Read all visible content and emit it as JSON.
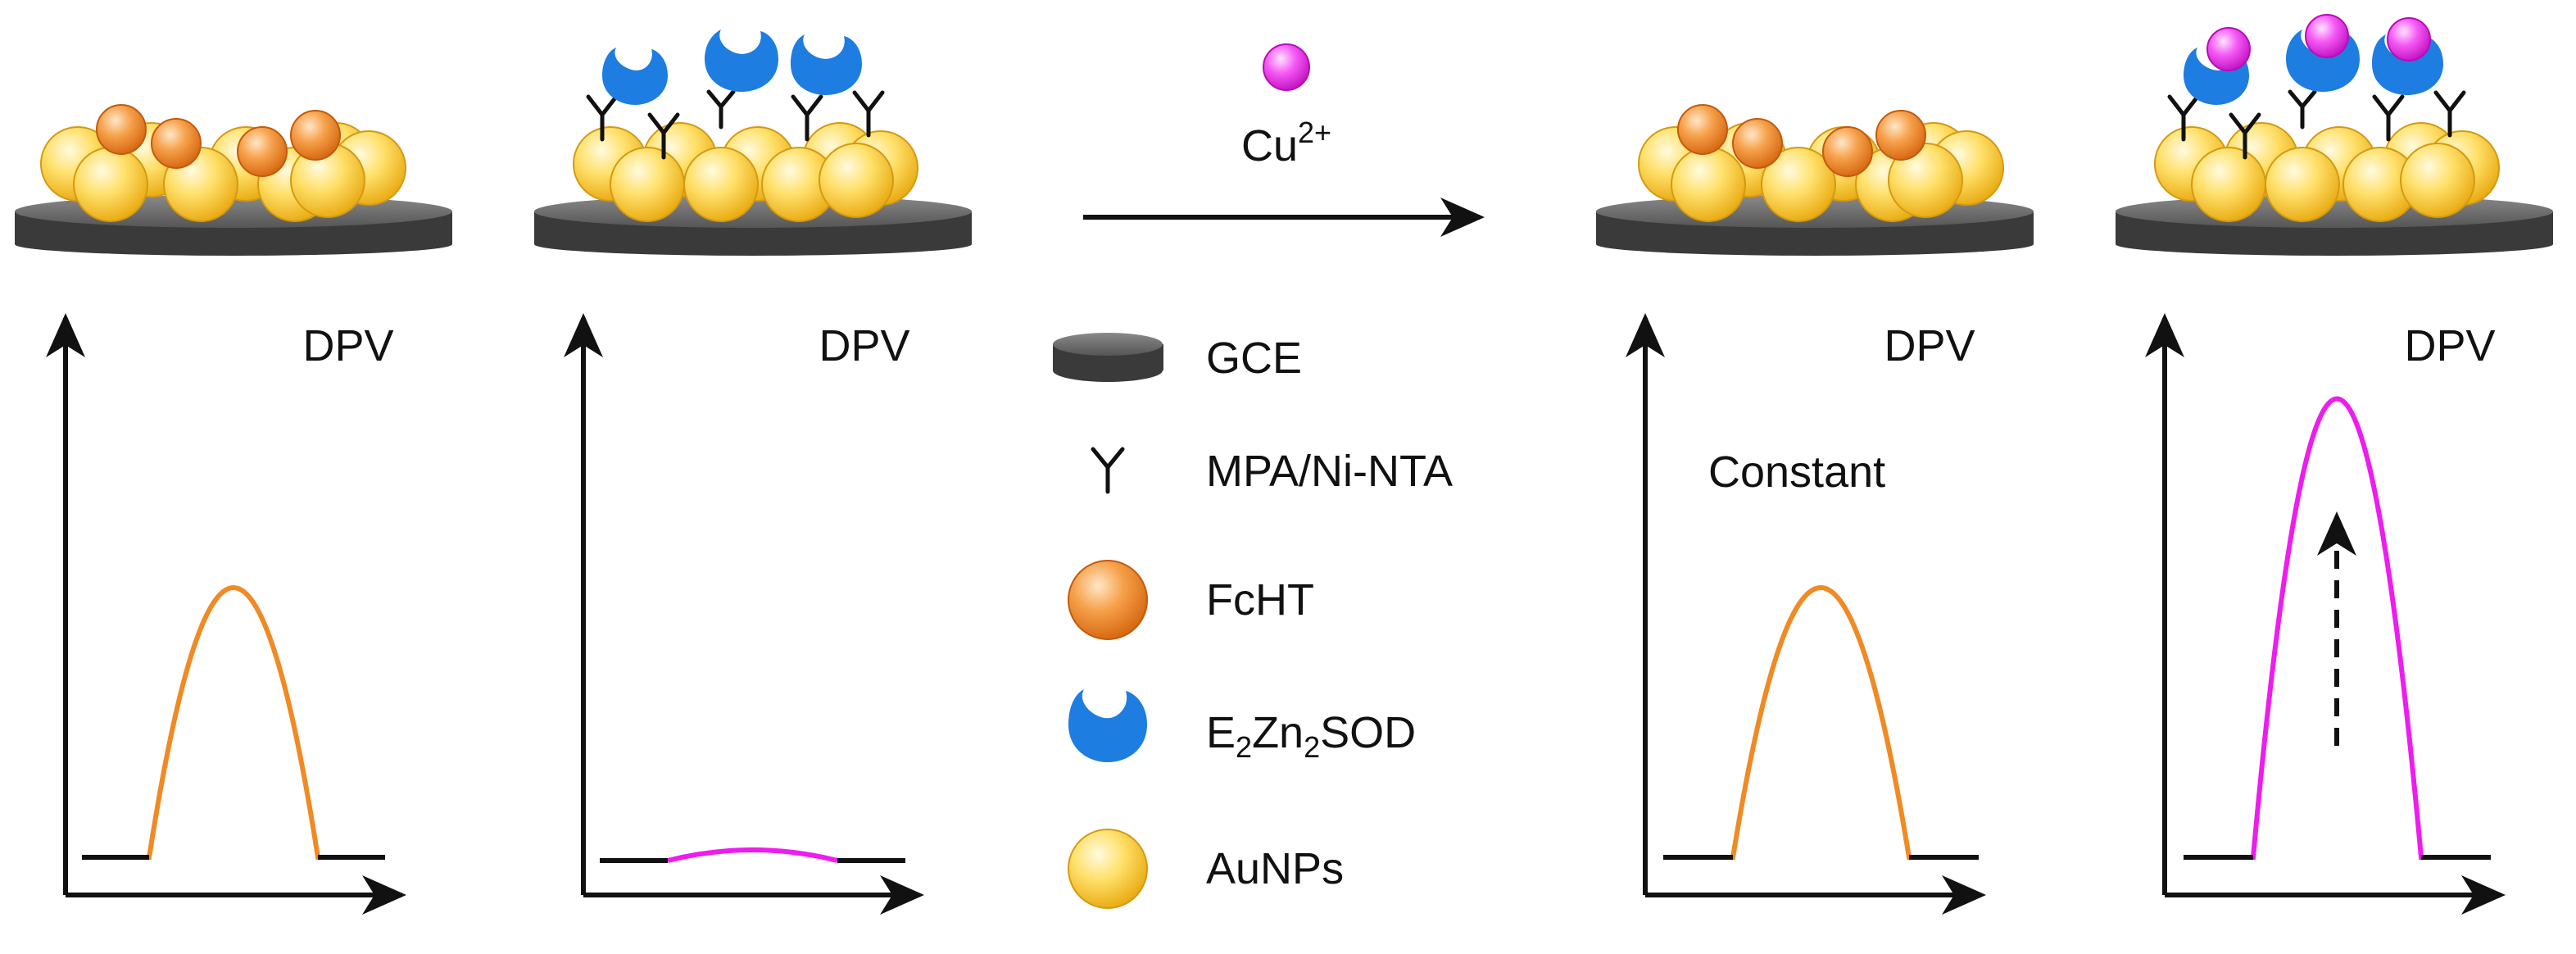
{
  "diagram": {
    "arrow": {
      "ion_label_base": "Cu",
      "ion_label_charge": "2+"
    },
    "panels": [
      {
        "dpv_label": "DPV",
        "note": ""
      },
      {
        "dpv_label": "DPV",
        "note": ""
      },
      {
        "dpv_label": "DPV",
        "note": "Constant"
      },
      {
        "dpv_label": "DPV",
        "note": ""
      }
    ],
    "legend": [
      {
        "icon": "gce-disk-icon",
        "text": "GCE"
      },
      {
        "icon": "mpa-linker-icon",
        "text": "MPA/Ni-NTA"
      },
      {
        "icon": "fcht-sphere-icon",
        "text": "FcHT"
      },
      {
        "icon": "sod-enzyme-icon",
        "parts": [
          "E",
          "2",
          "Zn",
          "2",
          "SOD"
        ]
      },
      {
        "icon": "aunp-sphere-icon",
        "text": "AuNPs"
      }
    ]
  },
  "colors": {
    "gold": "#F5C21C",
    "orange": "#F08A24",
    "blue": "#1E7DE0",
    "magenta": "#EE1CEE",
    "electrode": "#444444",
    "text": "#111111"
  }
}
